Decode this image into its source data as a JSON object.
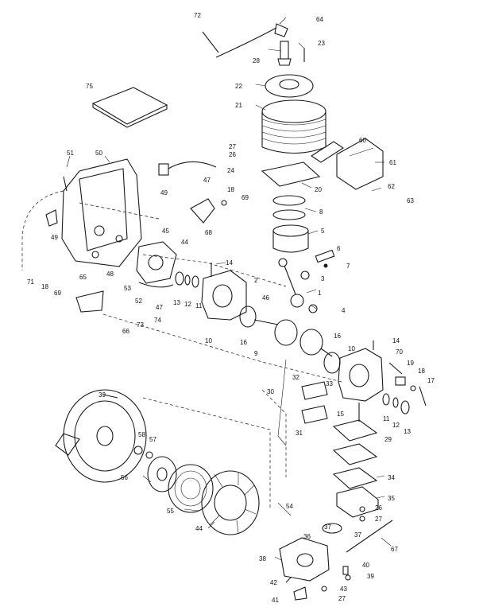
{
  "diagram": {
    "callouts": [
      {
        "id": "c72a",
        "text": "72"
      },
      {
        "id": "c64",
        "text": "64"
      },
      {
        "id": "c23",
        "text": "23"
      },
      {
        "id": "c28",
        "text": "28"
      },
      {
        "id": "c75",
        "text": "75"
      },
      {
        "id": "c22",
        "text": "22"
      },
      {
        "id": "c21",
        "text": "21"
      },
      {
        "id": "c60",
        "text": "60"
      },
      {
        "id": "c61",
        "text": "61"
      },
      {
        "id": "c27a",
        "text": "27"
      },
      {
        "id": "c26a",
        "text": "26"
      },
      {
        "id": "c24",
        "text": "24"
      },
      {
        "id": "c20",
        "text": "20"
      },
      {
        "id": "c62",
        "text": "62"
      },
      {
        "id": "c63",
        "text": "63"
      },
      {
        "id": "c51",
        "text": "51"
      },
      {
        "id": "c50",
        "text": "50"
      },
      {
        "id": "c49a",
        "text": "49"
      },
      {
        "id": "c47a",
        "text": "47"
      },
      {
        "id": "c18a",
        "text": "18"
      },
      {
        "id": "c69a",
        "text": "69"
      },
      {
        "id": "c8",
        "text": "8"
      },
      {
        "id": "c49b",
        "text": "49"
      },
      {
        "id": "c68",
        "text": "68"
      },
      {
        "id": "c5",
        "text": "5"
      },
      {
        "id": "c45",
        "text": "45"
      },
      {
        "id": "c44a",
        "text": "44"
      },
      {
        "id": "c6",
        "text": "6"
      },
      {
        "id": "c7",
        "text": "7"
      },
      {
        "id": "c14a",
        "text": "14"
      },
      {
        "id": "c71",
        "text": "71"
      },
      {
        "id": "c18b",
        "text": "18"
      },
      {
        "id": "c69b",
        "text": "69"
      },
      {
        "id": "c65",
        "text": "65"
      },
      {
        "id": "c48",
        "text": "48"
      },
      {
        "id": "c53",
        "text": "53"
      },
      {
        "id": "c13a",
        "text": "13"
      },
      {
        "id": "c12a",
        "text": "12"
      },
      {
        "id": "c11a",
        "text": "11"
      },
      {
        "id": "c2",
        "text": "2"
      },
      {
        "id": "c3",
        "text": "3"
      },
      {
        "id": "c52",
        "text": "52"
      },
      {
        "id": "c47b",
        "text": "47"
      },
      {
        "id": "c46",
        "text": "46"
      },
      {
        "id": "c1",
        "text": "1"
      },
      {
        "id": "c4",
        "text": "4"
      },
      {
        "id": "c73",
        "text": "73"
      },
      {
        "id": "c74",
        "text": "74"
      },
      {
        "id": "c66",
        "text": "66"
      },
      {
        "id": "c10a",
        "text": "10"
      },
      {
        "id": "c16a",
        "text": "16"
      },
      {
        "id": "c9",
        "text": "9"
      },
      {
        "id": "c16b",
        "text": "16"
      },
      {
        "id": "c14b",
        "text": "14"
      },
      {
        "id": "c10b",
        "text": "10"
      },
      {
        "id": "c70",
        "text": "70"
      },
      {
        "id": "c19",
        "text": "19"
      },
      {
        "id": "c18c",
        "text": "18"
      },
      {
        "id": "c17",
        "text": "17"
      },
      {
        "id": "c32",
        "text": "32"
      },
      {
        "id": "c33",
        "text": "33"
      },
      {
        "id": "c30",
        "text": "30"
      },
      {
        "id": "c39a",
        "text": "39"
      },
      {
        "id": "c15",
        "text": "15"
      },
      {
        "id": "c11b",
        "text": "11"
      },
      {
        "id": "c12b",
        "text": "12"
      },
      {
        "id": "c13b",
        "text": "13"
      },
      {
        "id": "c31",
        "text": "31"
      },
      {
        "id": "c29",
        "text": "29"
      },
      {
        "id": "c58",
        "text": "58"
      },
      {
        "id": "c57",
        "text": "57"
      },
      {
        "id": "c34",
        "text": "34"
      },
      {
        "id": "c56",
        "text": "56"
      },
      {
        "id": "c35",
        "text": "35"
      },
      {
        "id": "c55",
        "text": "55"
      },
      {
        "id": "c26b",
        "text": "26"
      },
      {
        "id": "c54",
        "text": "54"
      },
      {
        "id": "c27b",
        "text": "27"
      },
      {
        "id": "c44b",
        "text": "44"
      },
      {
        "id": "c36",
        "text": "36"
      },
      {
        "id": "c37a",
        "text": "37"
      },
      {
        "id": "c37b",
        "text": "37"
      },
      {
        "id": "c67",
        "text": "67"
      },
      {
        "id": "c38",
        "text": "38"
      },
      {
        "id": "c40",
        "text": "40"
      },
      {
        "id": "c39b",
        "text": "39"
      },
      {
        "id": "c42",
        "text": "42"
      },
      {
        "id": "c43",
        "text": "43"
      },
      {
        "id": "c41",
        "text": "41"
      },
      {
        "id": "c27c",
        "text": "27"
      }
    ]
  }
}
